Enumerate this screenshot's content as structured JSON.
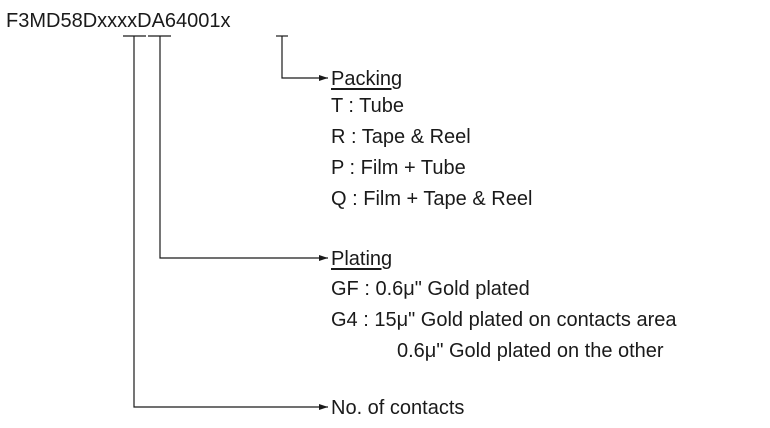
{
  "part_number": {
    "prefix": "F3MD58D",
    "contacts_field": "xx",
    "plating_field": "xx",
    "middle": "DA64001",
    "packing_field": "x"
  },
  "separator": " : ",
  "sections": {
    "packing": {
      "heading": "Packing",
      "options": [
        {
          "code": "T",
          "desc": "Tube"
        },
        {
          "code": "R",
          "desc": "Tape & Reel"
        },
        {
          "code": "P",
          "desc": "Film + Tube"
        },
        {
          "code": "Q",
          "desc": "Film + Tape & Reel"
        }
      ]
    },
    "plating": {
      "heading": "Plating",
      "options": [
        {
          "code": "GF",
          "desc": "0.6μ\" Gold plated"
        },
        {
          "code": "G4",
          "desc": "15μ\" Gold plated on contacts area"
        }
      ],
      "continuation": "0.6μ\" Gold plated on the other"
    },
    "contacts": {
      "heading": "No. of contacts"
    }
  },
  "colors": {
    "text": "#1a1a1a",
    "line": "#1a1a1a",
    "background": "#ffffff"
  }
}
